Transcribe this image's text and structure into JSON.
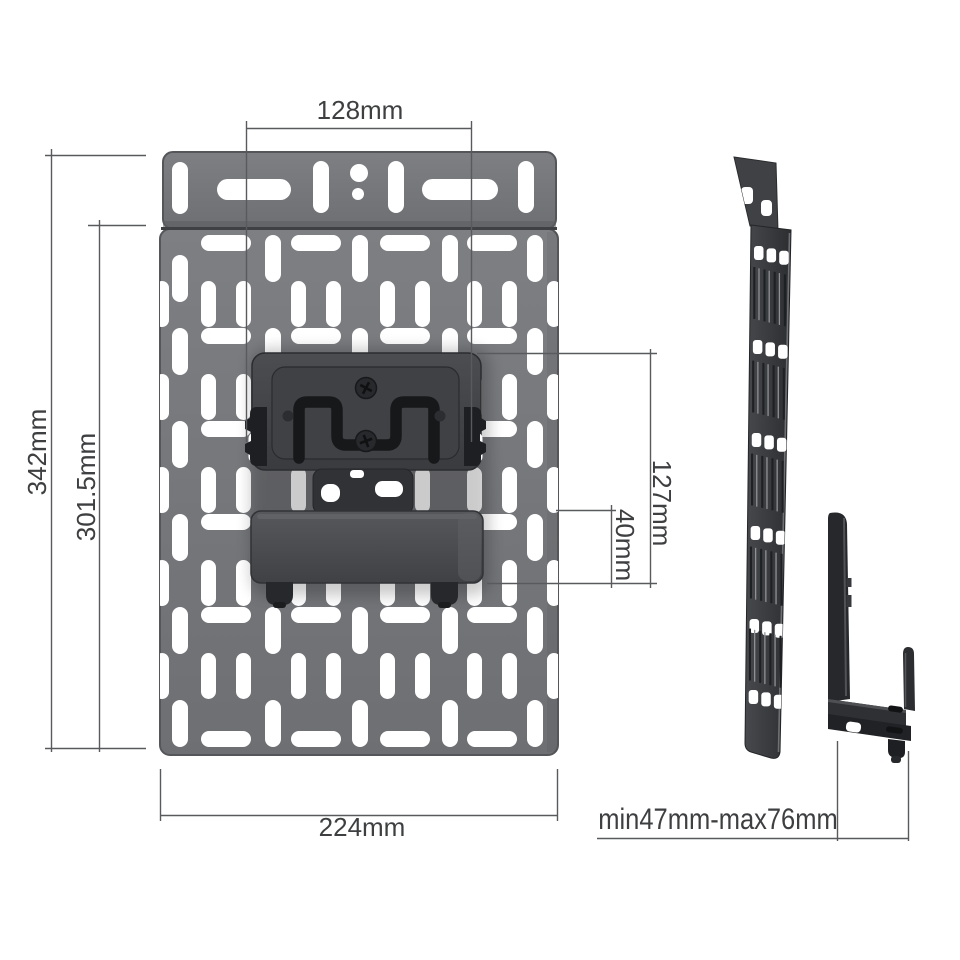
{
  "dims": {
    "top_width": "128mm",
    "overall_height": "342mm",
    "inner_height": "301.5mm",
    "bracket_height": "127mm",
    "shelf_height": "40mm",
    "bottom_width": "224mm",
    "depth_range": "min47mm-max76mm"
  },
  "colors": {
    "background": "#ffffff",
    "plate_gray": "#75777b",
    "hole_white": "#ffffff",
    "bracket_dark_gray": "#3f4145",
    "groove_black": "#17181a",
    "side_view_black": "#2b2d30",
    "dimension_line_gray": "#595a5d",
    "label_text_gray": "#3e3f41"
  }
}
